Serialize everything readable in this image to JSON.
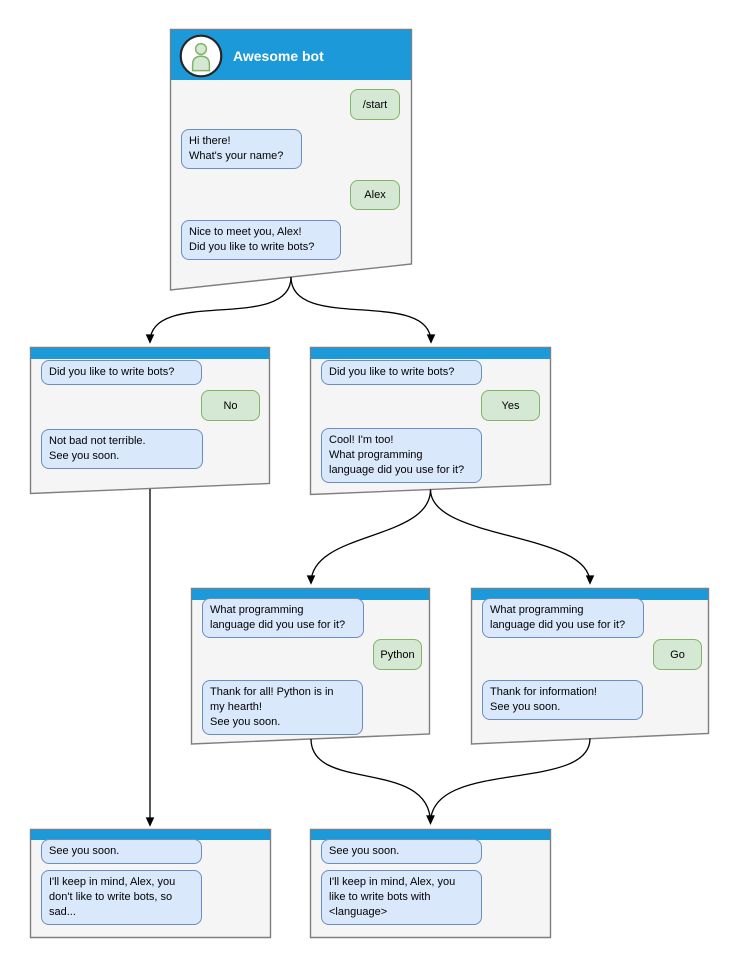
{
  "diagram": {
    "kind": "chatbot-conversation-flowchart",
    "colors": {
      "header_blue": "#1b99d8",
      "bot_bubble_fill": "#dae8fc",
      "bot_bubble_border": "#6c8ebf",
      "user_bubble_fill": "#d5e8d4",
      "user_bubble_border": "#82b366",
      "window_fill": "#f5f5f5",
      "window_border": "#7f7f7f",
      "edge_color": "#000000"
    },
    "windows": [
      {
        "id": "main",
        "title": "Awesome bot",
        "messages": [
          {
            "from": "user",
            "text": "/start"
          },
          {
            "from": "bot",
            "text": "Hi there!\nWhat's your name?"
          },
          {
            "from": "user",
            "text": "Alex"
          },
          {
            "from": "bot",
            "text": "Nice to meet you, Alex!\nDid you like to write bots?"
          }
        ]
      },
      {
        "id": "branch-no",
        "messages": [
          {
            "from": "bot",
            "text": "Did you like to write bots?"
          },
          {
            "from": "user",
            "text": "No"
          },
          {
            "from": "bot",
            "text": "Not bad not terrible.\nSee you soon."
          }
        ]
      },
      {
        "id": "branch-yes",
        "messages": [
          {
            "from": "bot",
            "text": "Did you like to write bots?"
          },
          {
            "from": "user",
            "text": "Yes"
          },
          {
            "from": "bot",
            "text": "Cool! I'm too!\nWhat programming\nlanguage did you use for it?"
          }
        ]
      },
      {
        "id": "lang-python",
        "messages": [
          {
            "from": "bot",
            "text": "What programming\nlanguage did you use for it?"
          },
          {
            "from": "user",
            "text": "Python"
          },
          {
            "from": "bot",
            "text": "Thank for all! Python is in\nmy hearth!\nSee you soon."
          }
        ]
      },
      {
        "id": "lang-go",
        "messages": [
          {
            "from": "bot",
            "text": "What programming\nlanguage did you use for it?"
          },
          {
            "from": "user",
            "text": "Go"
          },
          {
            "from": "bot",
            "text": "Thank for information!\nSee you soon."
          }
        ]
      },
      {
        "id": "end-no",
        "messages": [
          {
            "from": "bot",
            "text": "See you soon."
          },
          {
            "from": "bot",
            "text": "I'll keep in mind, Alex, you\ndon't like to write bots, so\nsad..."
          }
        ]
      },
      {
        "id": "end-yes",
        "messages": [
          {
            "from": "bot",
            "text": "See you soon."
          },
          {
            "from": "bot",
            "text": "I'll keep in mind, Alex, you\nlike to write bots with\n<language>"
          }
        ]
      }
    ],
    "edges": [
      {
        "from": "main",
        "to": "branch-no"
      },
      {
        "from": "main",
        "to": "branch-yes"
      },
      {
        "from": "branch-no",
        "to": "end-no"
      },
      {
        "from": "branch-yes",
        "to": "lang-python"
      },
      {
        "from": "branch-yes",
        "to": "lang-go"
      },
      {
        "from": "lang-python",
        "to": "end-yes"
      },
      {
        "from": "lang-go",
        "to": "end-yes"
      }
    ]
  }
}
